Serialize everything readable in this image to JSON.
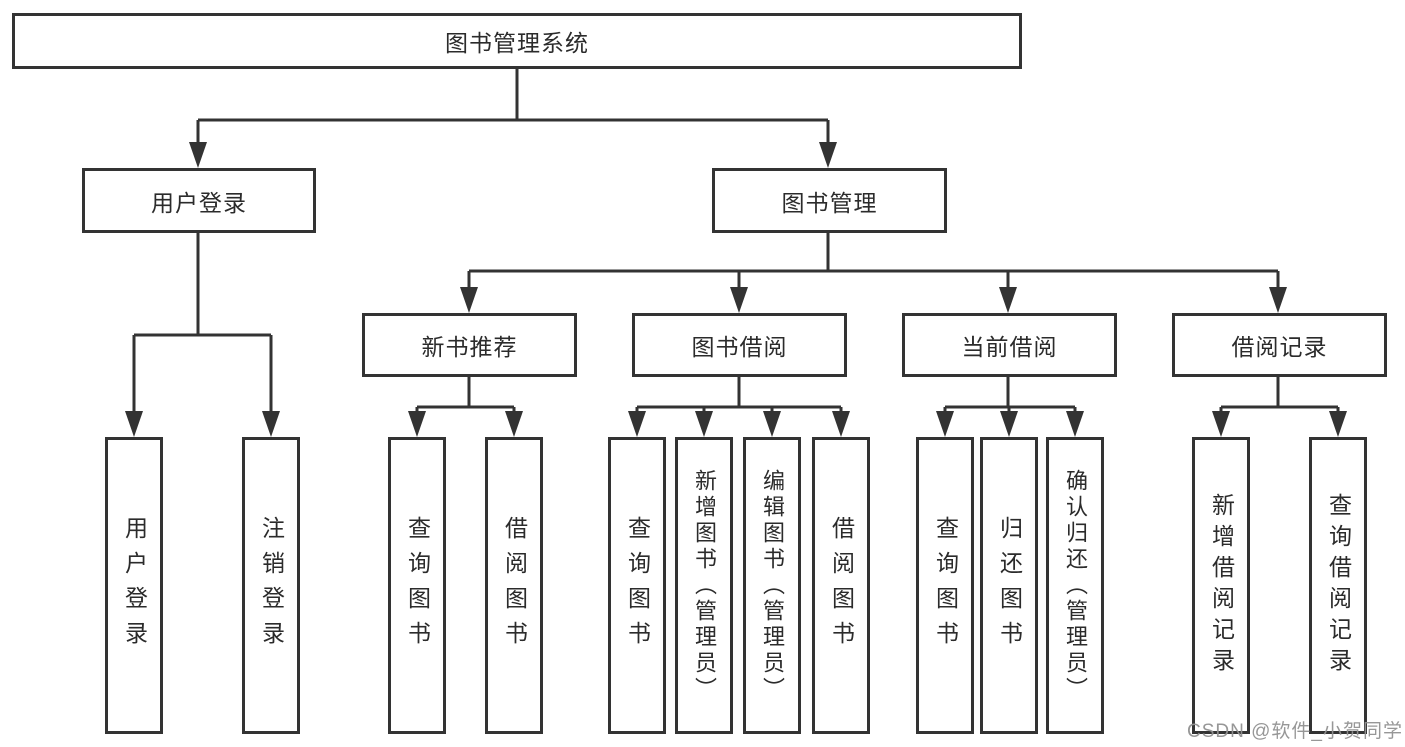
{
  "tree": {
    "label": "图书管理系统",
    "children": [
      {
        "label": "用户登录",
        "children": [
          {
            "label": "用户登录"
          },
          {
            "label": "注销登录"
          }
        ]
      },
      {
        "label": "图书管理",
        "children": [
          {
            "label": "新书推荐",
            "children": [
              {
                "label": "查询图书"
              },
              {
                "label": "借阅图书"
              }
            ]
          },
          {
            "label": "图书借阅",
            "children": [
              {
                "label": "查询图书"
              },
              {
                "label": "新增图书（管理员）"
              },
              {
                "label": "编辑图书（管理员）"
              },
              {
                "label": "借阅图书"
              }
            ]
          },
          {
            "label": "当前借阅",
            "children": [
              {
                "label": "查询图书"
              },
              {
                "label": "归还图书"
              },
              {
                "label": "确认归还（管理员）"
              }
            ]
          },
          {
            "label": "借阅记录",
            "children": [
              {
                "label": "新增借阅记录"
              },
              {
                "label": "查询借阅记录"
              }
            ]
          }
        ]
      }
    ]
  },
  "watermark": {
    "text": "CSDN @软件_小贺同学"
  },
  "colors": {
    "line": "#333333",
    "text": "#2b2b2b",
    "watermark": "#919191"
  }
}
